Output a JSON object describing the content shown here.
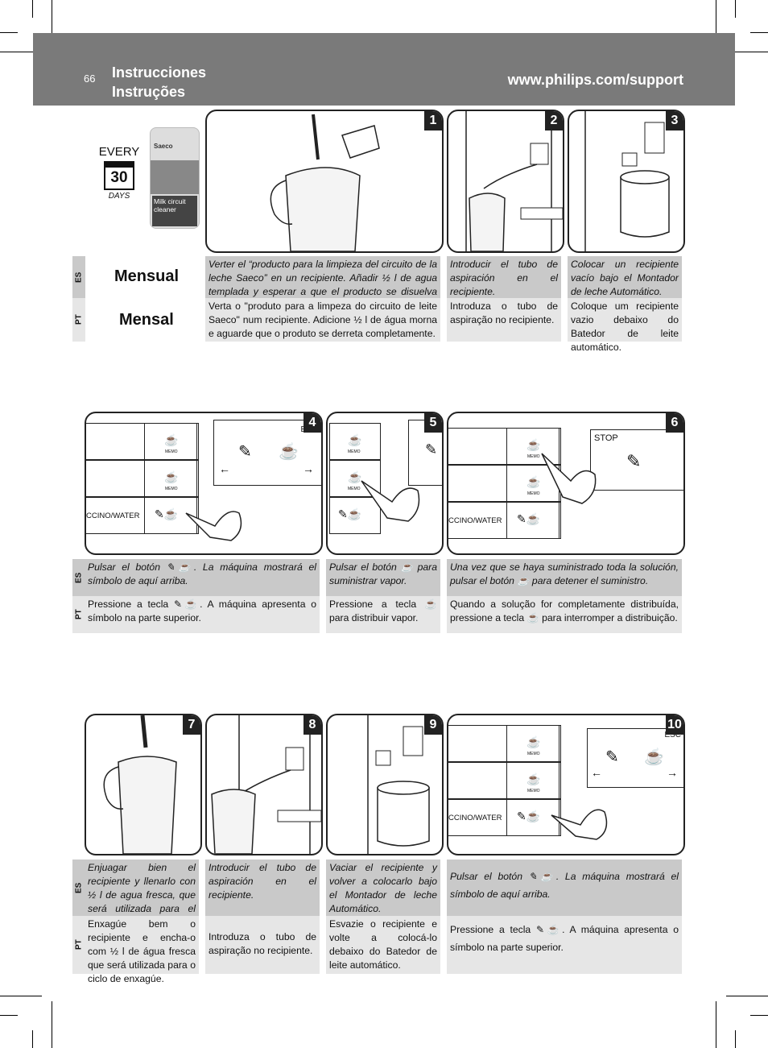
{
  "header": {
    "page_number": "66",
    "title_es": "Instrucciones",
    "title_pt": "Instruções",
    "url": "www.philips.com/support"
  },
  "intro": {
    "every": "EVERY",
    "days_number": "30",
    "days": "DAYS",
    "product_brand": "Saeco",
    "product_name": "Milk circuit cleaner"
  },
  "freq": {
    "es_code": "ES",
    "pt_code": "PT",
    "es_label": "Mensual",
    "pt_label": "Mensal"
  },
  "common": {
    "memo": "MEMO",
    "esc": "ESC",
    "stop": "STOP",
    "cappuccino_water": "CCINO/WATER"
  },
  "steps": [
    {
      "n": "1",
      "es": "Verter el “producto para la limpieza del circuito de la leche Saeco” en un recipiente. Añadir ½ l de agua templada y esperar a que el producto se disuelva por completo.",
      "pt": "Verta o \"produto para a limpeza do circuito de leite Saeco\" num recipiente. Adicione ½ l de água morna e aguarde que o produto se derreta completamente."
    },
    {
      "n": "2",
      "es": "Introducir el tubo de aspiración en el recipiente.",
      "pt": "Introduza o tubo de aspiração no recipiente."
    },
    {
      "n": "3",
      "es": "Colocar un recipiente vacío bajo el Montador de leche Automático.",
      "pt": "Coloque um recipiente vazio debaixo do Batedor de leite automático."
    },
    {
      "n": "4",
      "es_a": "Pulsar el botón",
      "es_b": ". La máquina mostrará el símbolo de aquí arriba.",
      "pt_a": "Pressione a tecla",
      "pt_b": ". A máquina apresenta o símbolo na parte superior."
    },
    {
      "n": "5",
      "es_a": "Pulsar el botón",
      "es_b": "para suministrar vapor.",
      "pt_a": "Pressione a tecla",
      "pt_b": "para distribuir vapor."
    },
    {
      "n": "6",
      "es_a": "Una vez que se haya suministrado toda la solución, pulsar el botón",
      "es_b": "para detener el suministro.",
      "pt_a": "Quando a solução for completamente distribuída, pressione a tecla",
      "pt_b": "para interromper a distribuição."
    },
    {
      "n": "7",
      "es": "Enjuagar bien el recipiente y llenarlo con ½ l de agua fresca, que será utilizada para el ciclo de enjuague.",
      "pt": "Enxagúe bem o recipiente e encha-o com ½ l de água fresca que será utilizada para o ciclo de enxagúe."
    },
    {
      "n": "8",
      "es": "Introducir el tubo de aspiración en el recipiente.",
      "pt": "Introduza o tubo de aspiração no recipiente."
    },
    {
      "n": "9",
      "es": "Vaciar el recipiente y volver a colocarlo bajo el Montador de leche Automático.",
      "pt": "Esvazie o recipiente e volte a colocá-lo debaixo do Batedor de leite automático."
    },
    {
      "n": "10",
      "es_a": "Pulsar el botón",
      "es_b": ". La máquina mostrará el símbolo de aquí arriba.",
      "pt_a": "Pressione a tecla",
      "pt_b": ". A máquina apresenta o símbolo na parte superior."
    }
  ],
  "colors": {
    "header_bg": "#7a7a7a",
    "es_bg": "#c9c9c9",
    "pt_bg": "#e6e6e6"
  }
}
